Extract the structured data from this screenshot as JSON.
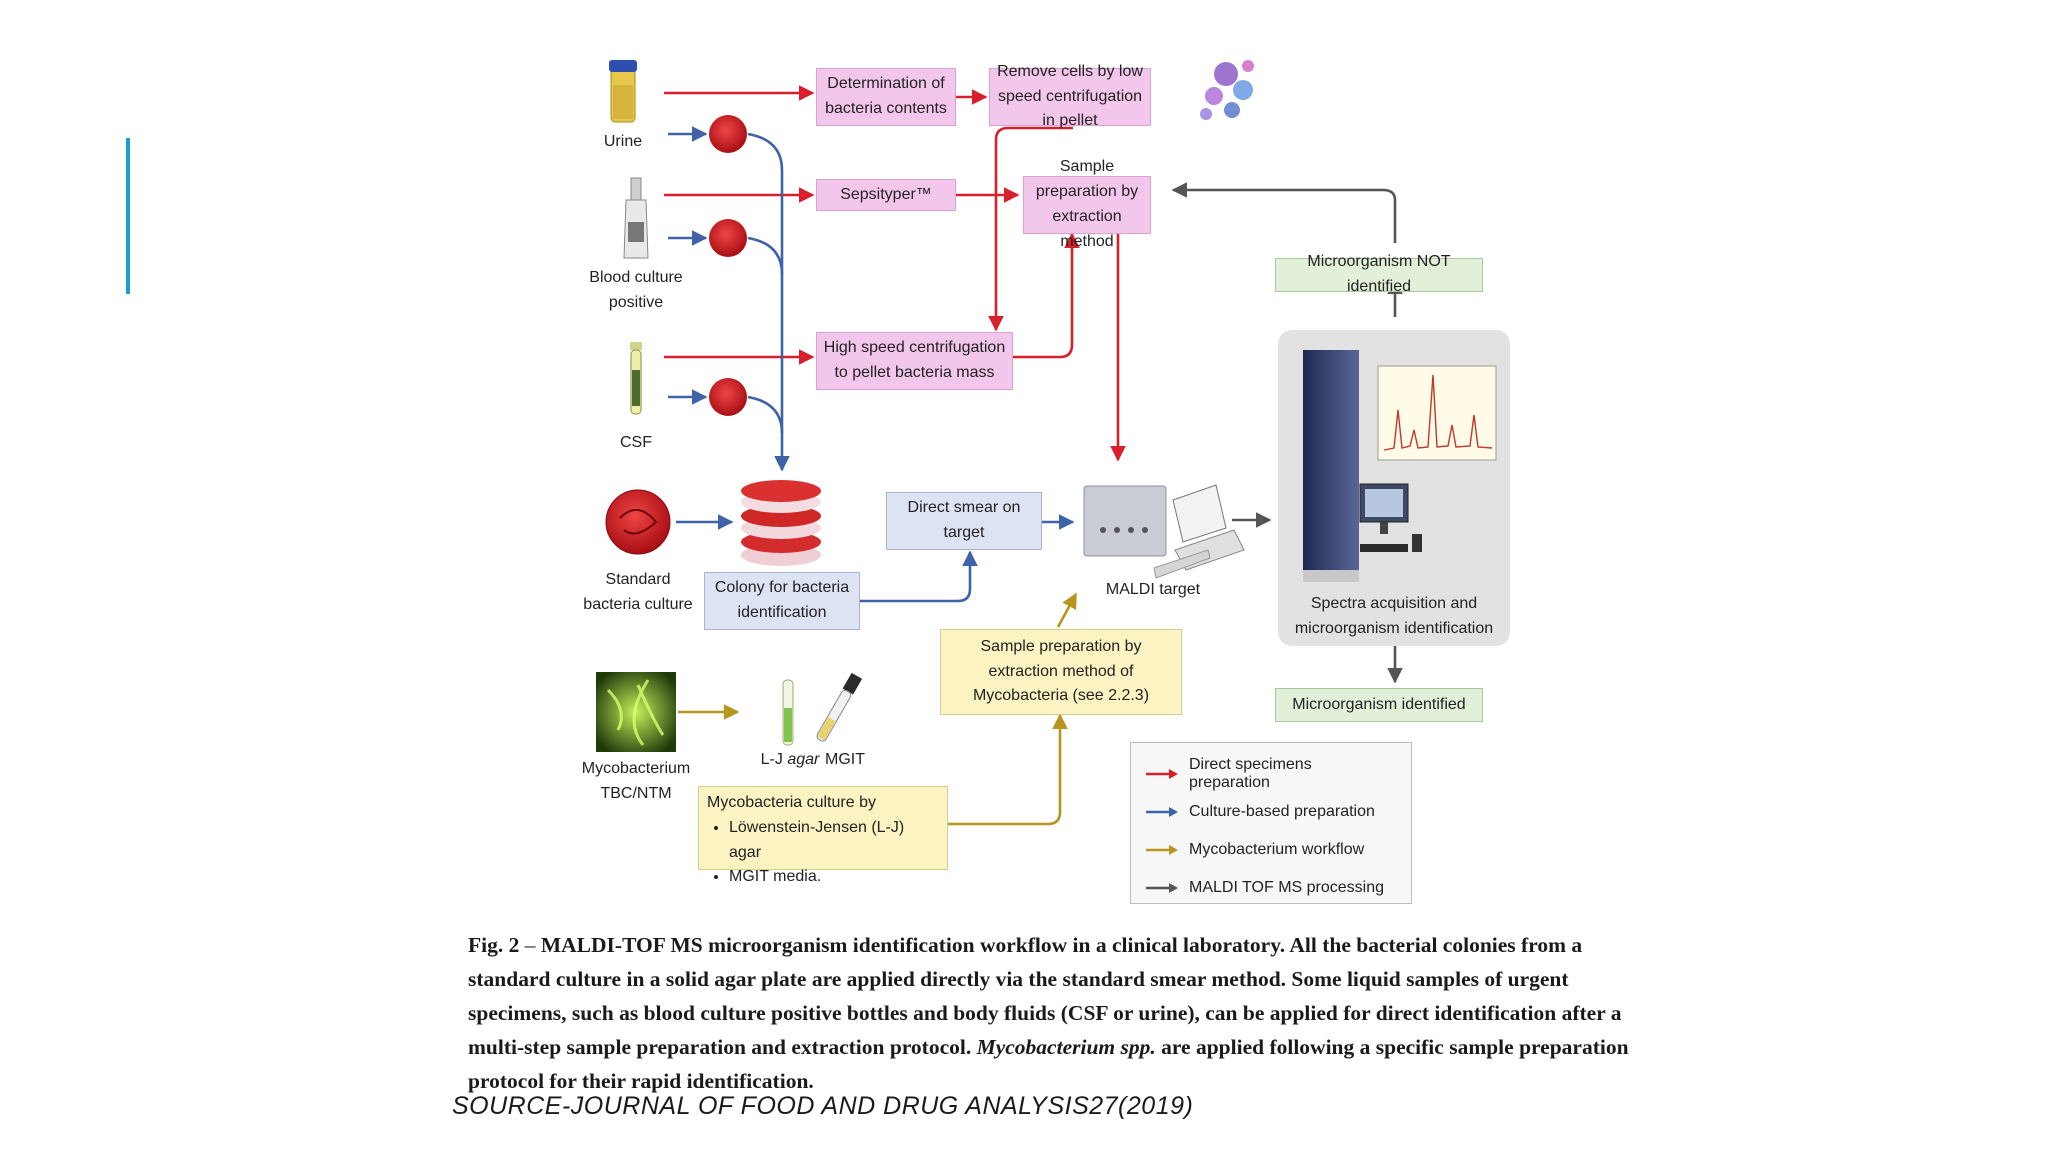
{
  "boxes": {
    "determination": "Determination of bacteria contents",
    "remove_cells": "Remove cells by low speed centrifugation in pellet",
    "sepsityper": "Sepsityper™",
    "sample_prep_extraction": "Sample preparation by extraction method",
    "high_speed": "High speed centrifugation to pellet bacteria mass",
    "not_identified": "Microorganism NOT identified",
    "direct_smear": "Direct smear on target",
    "colony": "Colony for bacteria identification",
    "myco_sample_prep": "Sample preparation by extraction method of Mycobacteria (see 2.2.3)",
    "identified": "Microorganism identified",
    "myco_culture_title": "Mycobacteria culture by",
    "myco_culture_items": [
      "Löwenstein-Jensen (L-J) agar",
      "MGIT media."
    ]
  },
  "labels": {
    "urine": "Urine",
    "blood_culture": "Blood culture positive",
    "csf": "CSF",
    "standard_culture": "Standard bacteria culture",
    "maldi_target": "MALDI target",
    "spectra": "Spectra acquisition and microorganism identification",
    "mycobacterium": "Mycobacterium TBC/NTM",
    "lj_agar_prefix": "L-J ",
    "lj_agar_italic": "agar",
    "mgit": "MGIT"
  },
  "legend": [
    {
      "label": "Direct specimens preparation",
      "color": "#d8202c"
    },
    {
      "label": "Culture-based preparation",
      "color": "#3f63a8"
    },
    {
      "label": "Mycobacterium workflow",
      "color": "#b8951e"
    },
    {
      "label": "MALDI TOF MS processing",
      "color": "#555555"
    }
  ],
  "caption": {
    "fig": "Fig. 2",
    "dash": " – ",
    "part1": "MALDI-TOF MS microorganism identification workflow in a clinical laboratory. All the bacterial colonies from a standard culture in a solid agar plate are applied directly via the standard smear method. Some liquid samples of urgent specimens, such as blood culture positive bottles and body fluids (CSF or urine), can be applied for direct identification after a multi-step sample preparation and extraction protocol. ",
    "italic": "Mycobacterium spp.",
    "part2": " are applied following a specific sample preparation protocol for their rapid identification."
  },
  "source": "SOURCE-JOURNAL OF FOOD AND DRUG ANALYSIS27(2019)",
  "colors": {
    "red": "#d8202c",
    "blue": "#3f63a8",
    "gold": "#b8951e",
    "grey": "#555555",
    "accent": "#1aa0d8"
  }
}
